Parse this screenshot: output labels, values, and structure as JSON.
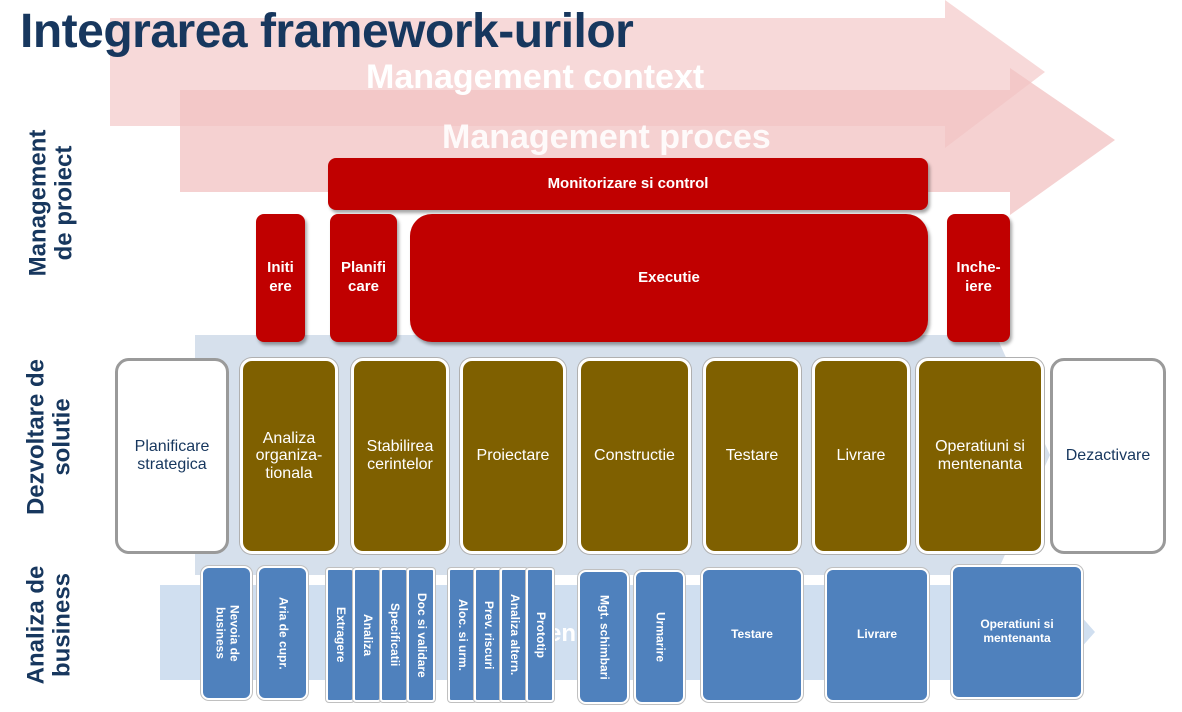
{
  "title": "Integrarea framework-urilor",
  "background_arrows": {
    "context": "Management context",
    "process": "Management proces",
    "partial_label": "ene"
  },
  "side_labels": {
    "project": [
      "Management",
      "de proiect"
    ],
    "solution": [
      "Dezvoltare de",
      "solutie"
    ],
    "business": [
      "Analiza de",
      "business"
    ]
  },
  "project_management": {
    "monitor": "Monitorizare si control",
    "phases": [
      [
        "Initi",
        "ere"
      ],
      [
        "Planifi",
        "care"
      ],
      [
        "Executie"
      ],
      [
        "Inche-",
        "iere"
      ]
    ]
  },
  "solution_development": {
    "start": [
      "Planificare",
      "strategica"
    ],
    "phases": [
      [
        "Analiza",
        "organiza-",
        "tionala"
      ],
      [
        "Stabilirea",
        "cerintelor"
      ],
      [
        "Proiectare"
      ],
      [
        "Constructie"
      ],
      [
        "Testare"
      ],
      [
        "Livrare"
      ],
      [
        "Operatiuni si",
        "mentenanta"
      ]
    ],
    "end": [
      "Dezactivare"
    ]
  },
  "business_analysis": {
    "vertical": [
      [
        "Nevoia de",
        "business"
      ],
      [
        "Aria de cupr."
      ],
      [
        "Extragere"
      ],
      [
        "Analiza"
      ],
      [
        "Specificatii"
      ],
      [
        "Doc si validare"
      ],
      [
        "Aloc. si urm."
      ],
      [
        "Prev. riscuri"
      ],
      [
        "Analiza altern."
      ],
      [
        "Prototip"
      ],
      [
        "Mgt. schimbari"
      ],
      [
        "Urmarire"
      ]
    ],
    "horizontal": [
      [
        "Testare"
      ],
      [
        "Livrare"
      ],
      [
        "Operatiuni si",
        "mentenanta"
      ]
    ]
  },
  "colors": {
    "title": "#17375e",
    "project_red": "#c00000",
    "solution_olive": "#7f6000",
    "business_blue": "#4f81bd",
    "arrow_pink": "#f2c4c4",
    "arrow_blue": "#c9d8ea"
  }
}
